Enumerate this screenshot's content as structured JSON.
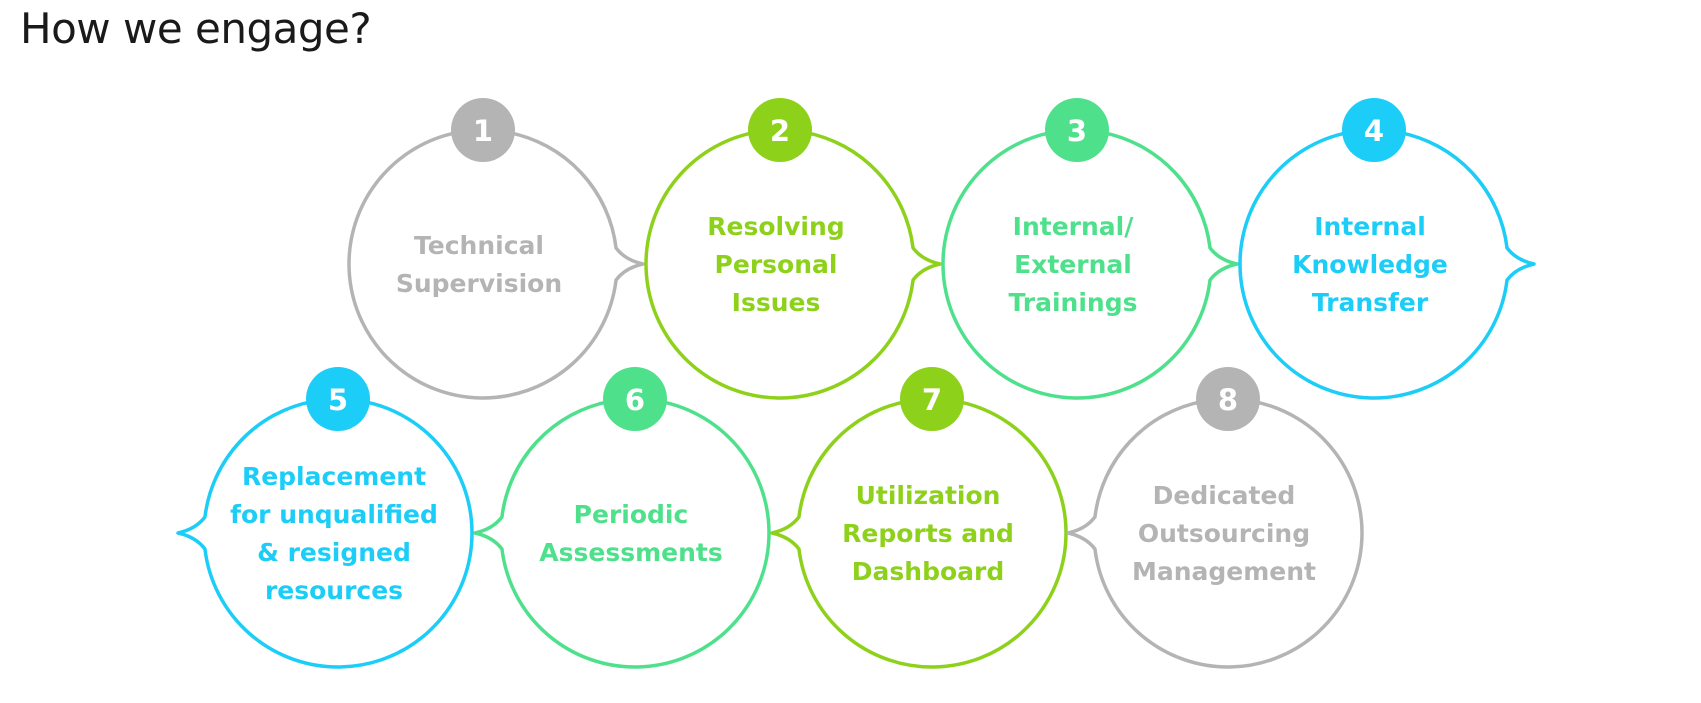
{
  "title": "How we engage?",
  "colors": {
    "gray": "#b4b4b4",
    "lime": "#8ed11b",
    "green": "#4fe08c",
    "blue": "#1ccdf7"
  },
  "steps": [
    {
      "number": "1",
      "lines": [
        "Technical",
        "Supervision"
      ],
      "color": "gray",
      "pointer": "right"
    },
    {
      "number": "2",
      "lines": [
        "Resolving",
        "Personal",
        "Issues"
      ],
      "color": "lime",
      "pointer": "right"
    },
    {
      "number": "3",
      "lines": [
        "Internal/",
        "External",
        "Trainings"
      ],
      "color": "green",
      "pointer": "right"
    },
    {
      "number": "4",
      "lines": [
        "Internal",
        "Knowledge",
        "Transfer"
      ],
      "color": "blue",
      "pointer": "right"
    },
    {
      "number": "5",
      "lines": [
        "Replacement",
        "for unqualified",
        "& resigned",
        "resources"
      ],
      "color": "blue",
      "pointer": "left"
    },
    {
      "number": "6",
      "lines": [
        "Periodic",
        "Assessments"
      ],
      "color": "green",
      "pointer": "left"
    },
    {
      "number": "7",
      "lines": [
        "Utilization",
        "Reports and",
        "Dashboard"
      ],
      "color": "lime",
      "pointer": "left"
    },
    {
      "number": "8",
      "lines": [
        "Dedicated",
        "Outsourcing",
        "Management"
      ],
      "color": "gray",
      "pointer": "left"
    }
  ]
}
